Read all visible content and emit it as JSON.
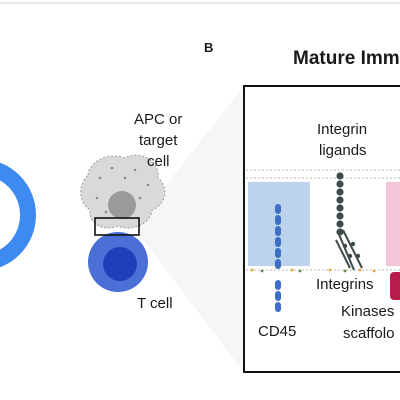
{
  "panel_b": {
    "letter": "B",
    "title": "Mature Imm"
  },
  "cells": {
    "apc_label_line1": "APC or",
    "apc_label_line2": "target",
    "apc_label_line3": "cell",
    "t_cell_label": "T cell"
  },
  "synapse": {
    "integrin_ligands_line1": "Integrin",
    "integrin_ligands_line2": "ligands",
    "integrins": "Integrins",
    "cd45": "CD45",
    "kinases_line1": "Kinases",
    "kinases_line2": "scaffolo"
  },
  "colors": {
    "ring_blue": "#3d8af0",
    "t_cell_outer": "#4a70d8",
    "t_cell_inner": "#1d3fb8",
    "apc_fill": "#d9d9d9",
    "apc_nucleus": "#9a9a9a",
    "cd45_zone": "#bcd3ee",
    "pink_zone": "#f4c6da",
    "cd45_protein": "#3c70c8",
    "kinase_protein": "#b81c4a",
    "integrin_chain": "#3f4a4a"
  }
}
